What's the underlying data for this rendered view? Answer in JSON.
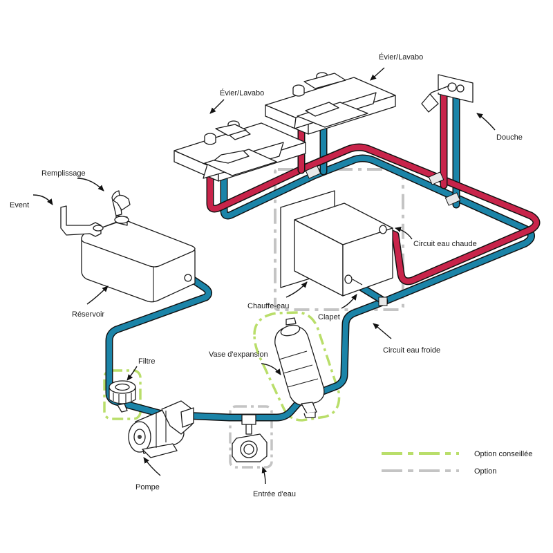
{
  "labels": {
    "evier_1": "Évier/Lavabo",
    "evier_2": "Évier/Lavabo",
    "douche": "Douche",
    "remplissage": "Remplissage",
    "event": "Event",
    "reservoir": "Réservoir",
    "circuit_chaude": "Circuit eau chaude",
    "chauffe_eau": "Chauffe-eau",
    "clapet": "Clapet",
    "circuit_froide": "Circuit eau froide",
    "vase": "Vase d'expansion",
    "filtre": "Filtre",
    "pompe": "Pompe",
    "entree": "Entrée d'eau"
  },
  "legend": [
    {
      "label": "Option conseillée",
      "color": "#b9de6a"
    },
    {
      "label": "Option",
      "color": "#c4c4c4"
    }
  ],
  "colors": {
    "cold_pipe": "#1b84a8",
    "hot_pipe": "#c8244a",
    "recommended_option": "#b9de6a",
    "option": "#c4c4c4"
  }
}
